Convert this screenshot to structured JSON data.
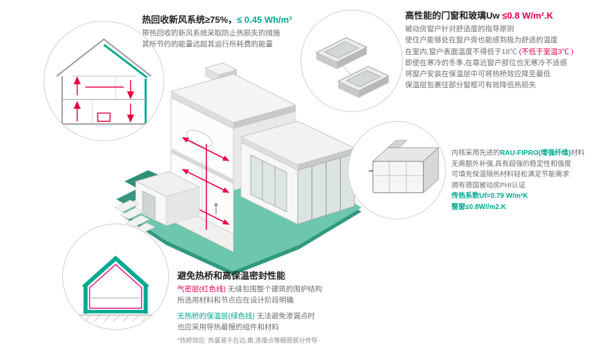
{
  "colors": {
    "teal_accent": "#00a98f",
    "red_accent": "#e5004b",
    "duct_red": "#e60050",
    "platform_teal": "#6cc7ae"
  },
  "ventilation": {
    "title_black": "热回收新风系统≥75%，",
    "title_teal": "≤ 0.45 Wh/m³",
    "body": [
      "带热回收的新风系统采取防止热损失的措施",
      "其所节约的能量远超其运行所耗费的能量"
    ]
  },
  "windows": {
    "title_black": "高性能的门窗和玻璃Uw ",
    "title_red": "≤0.8 W/m².K",
    "line1": "被动房窗户针对舒适度的指导原则",
    "line2": "使住户能够处在窗户旁也能感到极为舒适的温度",
    "line3_pre": "在室内,窗户表面温度不得低于18℃ ",
    "line3_red": "(不低于室温3℃ )",
    "line4": "即使在寒冷的冬季,在靠近窗户部位也无寒冷不适感",
    "line5": "将窗户安装在保温层中可将热桥效应降至最低",
    "line6": "保温层包裹住部分窗框可有效降低热损失"
  },
  "profile": {
    "line1_pre": "内核采用先进的",
    "line1_teal": "RAU-FIPRO(增强纤维)",
    "line1_post": "材料",
    "line2": "无需额外补强,具有超强的稳定性和强度",
    "line3": "可填充保温隔热材料轻松满足节能需求",
    "line4": "拥有德国被动房PHI认证",
    "line5_teal": "传热系数Uf=0.79 W/m²K",
    "line6_teal": "整窗≤0.8W//m2.K"
  },
  "insulation": {
    "title": "避免热桥和高保温密封性能",
    "red_label": "气密层(红色线)",
    "red_rest": " 无缝包围整个建筑的围护结构",
    "red_line2": "所选用材料和节点应在设计阶段明确",
    "green_label": "无热桥的保温层(绿色线)",
    "green_rest": " 无法避免渗漏点时",
    "green_line2": "也应采用导热最慢的组件和材料",
    "footnote": "*热桥效应: 热量易于在边,角,连接点等细部部分传导"
  },
  "callouts": [
    {
      "icon": "heat-recovery-section-drawing"
    },
    {
      "icon": "window-corner-detail-drawing"
    },
    {
      "icon": "window-profile-section-drawing"
    },
    {
      "icon": "insulation-section-drawing"
    }
  ]
}
